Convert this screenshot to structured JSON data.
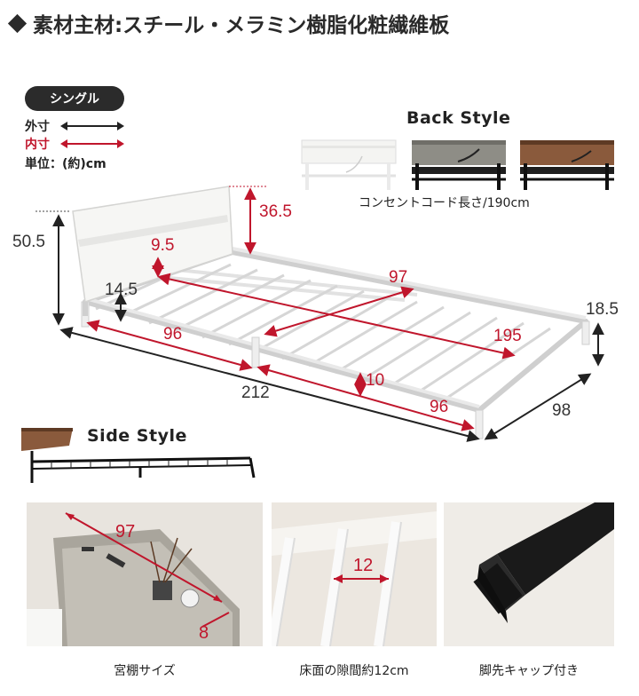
{
  "title": "素材主材:スチール・メラミン樹脂化粧繊維板",
  "size_badge": "シングル",
  "legend": {
    "outer_label": "外寸",
    "inner_label": "内寸",
    "unit_label": "単位：(約)cm",
    "outer_color": "#222222",
    "inner_color": "#c0162c"
  },
  "back_style": {
    "title": "Back Style",
    "cord_note": "コンセントコード長さ/190cm"
  },
  "side_style": {
    "title": "Side Style"
  },
  "dimensions": {
    "height_total": "50.5",
    "headboard_height": "36.5",
    "headboard_gap": "9.5",
    "under_clearance": "14.5",
    "inner_width": "97",
    "inner_length_side": "96",
    "inner_length_full": "195",
    "foot_height": "18.5",
    "outer_length": "212",
    "floor_gap": "10",
    "inner_length_side_2": "96",
    "outer_width": "98"
  },
  "photos": [
    {
      "caption": "宮棚サイズ",
      "dim_width": "97",
      "dim_depth": "8"
    },
    {
      "caption": "床面の隙間約12cm",
      "dim_gap": "12"
    },
    {
      "caption": "脚先キャップ付き"
    }
  ],
  "colors": {
    "accent_red": "#c0162c",
    "dark": "#2b2b2b"
  }
}
